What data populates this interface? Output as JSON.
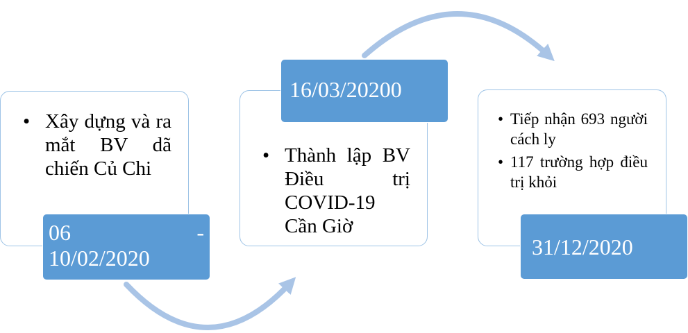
{
  "steps": [
    {
      "date_parts": [
        "06",
        "-",
        "10/02/2020"
      ],
      "bullets": [
        "Xây dựng và ra mắt BV dã chiến Củ Chi"
      ]
    },
    {
      "date": "16/03/20200",
      "bullets": [
        "Thành lập BV Điều trị COVID-19 Cần Giờ"
      ]
    },
    {
      "date": "31/12/2020",
      "bullets": [
        "Tiếp nhận 693 người cách ly",
        "117 trường hợp điều trị khỏi"
      ]
    }
  ],
  "colors": {
    "tag_fill": "#5b9bd5",
    "card_border": "#9dc3e6",
    "arrow": "#a9c4e6"
  },
  "icons": [
    "curved-arrow-icon"
  ]
}
